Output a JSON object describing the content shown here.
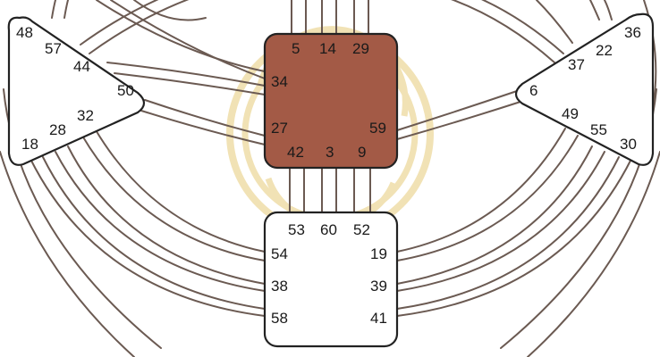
{
  "colors": {
    "channel": "#6b5a52",
    "center_fill": "#a35a46",
    "center_outline": "#222222",
    "node_fill": "#ffffff",
    "node_outline": "#222222",
    "watermark": "#f1e2b5",
    "label": "#1a1a1a"
  },
  "watermark_icon": "spiral-watermark-icon",
  "nodes": {
    "throat": {
      "name": "throat-center",
      "shape": "rounded-square",
      "filled": true,
      "gates": [
        "5",
        "14",
        "29",
        "34",
        "27",
        "59",
        "42",
        "3",
        "9"
      ]
    },
    "root": {
      "name": "root-center",
      "shape": "rounded-square",
      "filled": false,
      "gates": [
        "53",
        "60",
        "52",
        "54",
        "19",
        "38",
        "39",
        "58",
        "41"
      ]
    },
    "left": {
      "name": "left-triangle-center",
      "shape": "triangle",
      "filled": false,
      "gates": [
        "48",
        "57",
        "44",
        "50",
        "32",
        "28",
        "18"
      ]
    },
    "right": {
      "name": "right-triangle-center",
      "shape": "triangle",
      "filled": false,
      "gates": [
        "36",
        "22",
        "37",
        "6",
        "49",
        "55",
        "30"
      ]
    }
  },
  "channels": [
    [
      "5",
      "top"
    ],
    [
      "14",
      "top"
    ],
    [
      "29",
      "top"
    ],
    [
      "34",
      "top"
    ],
    [
      "34",
      "top"
    ],
    [
      "27",
      "top"
    ],
    [
      "59",
      "top"
    ],
    [
      "42",
      "53"
    ],
    [
      "3",
      "60"
    ],
    [
      "9",
      "52"
    ],
    [
      "58",
      "18"
    ],
    [
      "38",
      "28"
    ],
    [
      "54",
      "32"
    ],
    [
      "41",
      "30"
    ],
    [
      "39",
      "55"
    ],
    [
      "19",
      "49"
    ],
    [
      "50",
      "27"
    ],
    [
      "6",
      "59"
    ],
    [
      "48",
      "top"
    ],
    [
      "57",
      "top"
    ],
    [
      "44",
      "top"
    ],
    [
      "36",
      "top"
    ],
    [
      "22",
      "top"
    ],
    [
      "37",
      "top"
    ]
  ]
}
